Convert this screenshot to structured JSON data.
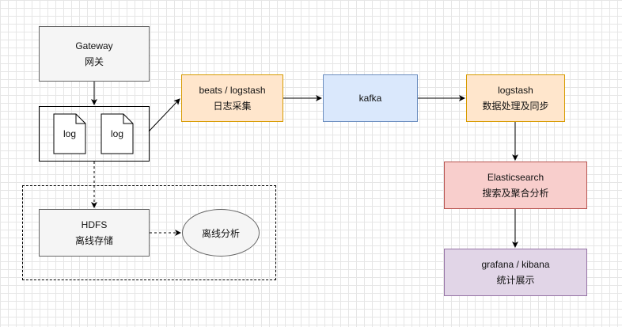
{
  "nodes": {
    "gateway": {
      "line1": "Gateway",
      "line2": "网关"
    },
    "beats": {
      "line1": "beats / logstash",
      "line2": "日志采集"
    },
    "kafka": {
      "line1": "kafka"
    },
    "logstash": {
      "line1": "logstash",
      "line2": "数据处理及同步"
    },
    "elasticsearch": {
      "line1": "Elasticsearch",
      "line2": "搜索及聚合分析"
    },
    "grafana": {
      "line1": "grafana / kibana",
      "line2": "统计展示"
    },
    "hdfs": {
      "line1": "HDFS",
      "line2": "离线存储"
    },
    "offline_analysis": {
      "label": "离线分析"
    },
    "log_files": [
      {
        "label": "log"
      },
      {
        "label": "log"
      }
    ]
  },
  "colors": {
    "gray_fill": "#f5f5f5",
    "gray_stroke": "#666666",
    "orange_fill": "#ffe6cc",
    "orange_stroke": "#d79b00",
    "blue_fill": "#dae8fc",
    "blue_stroke": "#6c8ebf",
    "red_fill": "#f8cecc",
    "red_stroke": "#b85450",
    "purple_fill": "#e1d5e7",
    "purple_stroke": "#9673a6"
  }
}
